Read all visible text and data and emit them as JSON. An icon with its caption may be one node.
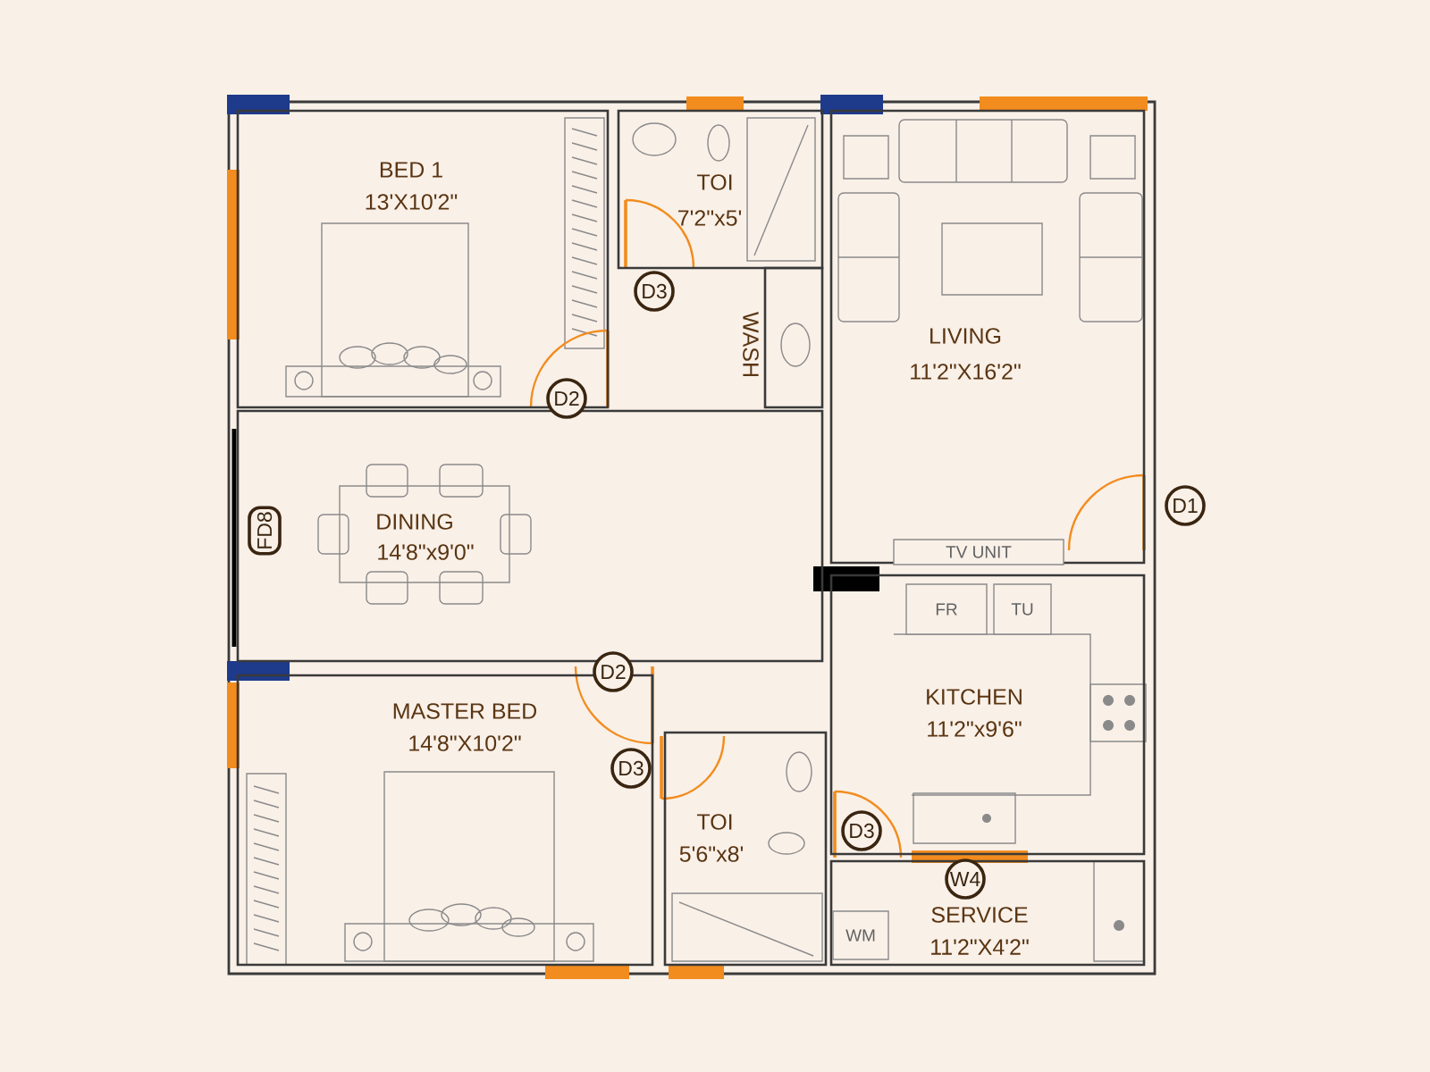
{
  "diagram": {
    "nodes": [
      {
        "text": [
          "BED 1",
          "13'X10'2\""
        ]
      },
      {
        "text": [
          "TOI",
          "7'2\"x5'"
        ]
      },
      {
        "text": [
          "WASH"
        ]
      },
      {
        "text": [
          "LIVING",
          "11'2\"X16'2\""
        ]
      },
      {
        "text": [
          "TV UNIT"
        ],
        "in": 3
      },
      {
        "text": [
          "DINING",
          "14'8\"x9'0\""
        ]
      },
      {
        "text": [
          "MASTER BED",
          "14'8\"X10'2\""
        ]
      },
      {
        "text": [
          "TOI",
          "5'6\"x8'"
        ]
      },
      {
        "text": [
          "KITCHEN",
          "11'2\"x9'6\""
        ]
      },
      {
        "text": [
          "FR"
        ],
        "in": 8
      },
      {
        "text": [
          "TU"
        ],
        "in": 8
      },
      {
        "text": [
          "SERVICE",
          "11'2\"X4'2\""
        ]
      },
      {
        "text": [
          "WM"
        ],
        "in": 11
      },
      {
        "text": [
          "D2"
        ]
      },
      {
        "text": [
          "D3"
        ]
      },
      {
        "text": [
          "D1"
        ]
      },
      {
        "text": [
          "FD8"
        ],
        "in": 5
      },
      {
        "text": [
          "D2"
        ]
      },
      {
        "text": [
          "D3"
        ],
        "in": 6
      },
      {
        "text": [
          "D3"
        ],
        "in": 8
      },
      {
        "text": [
          "W4"
        ],
        "in": 11
      }
    ]
  }
}
